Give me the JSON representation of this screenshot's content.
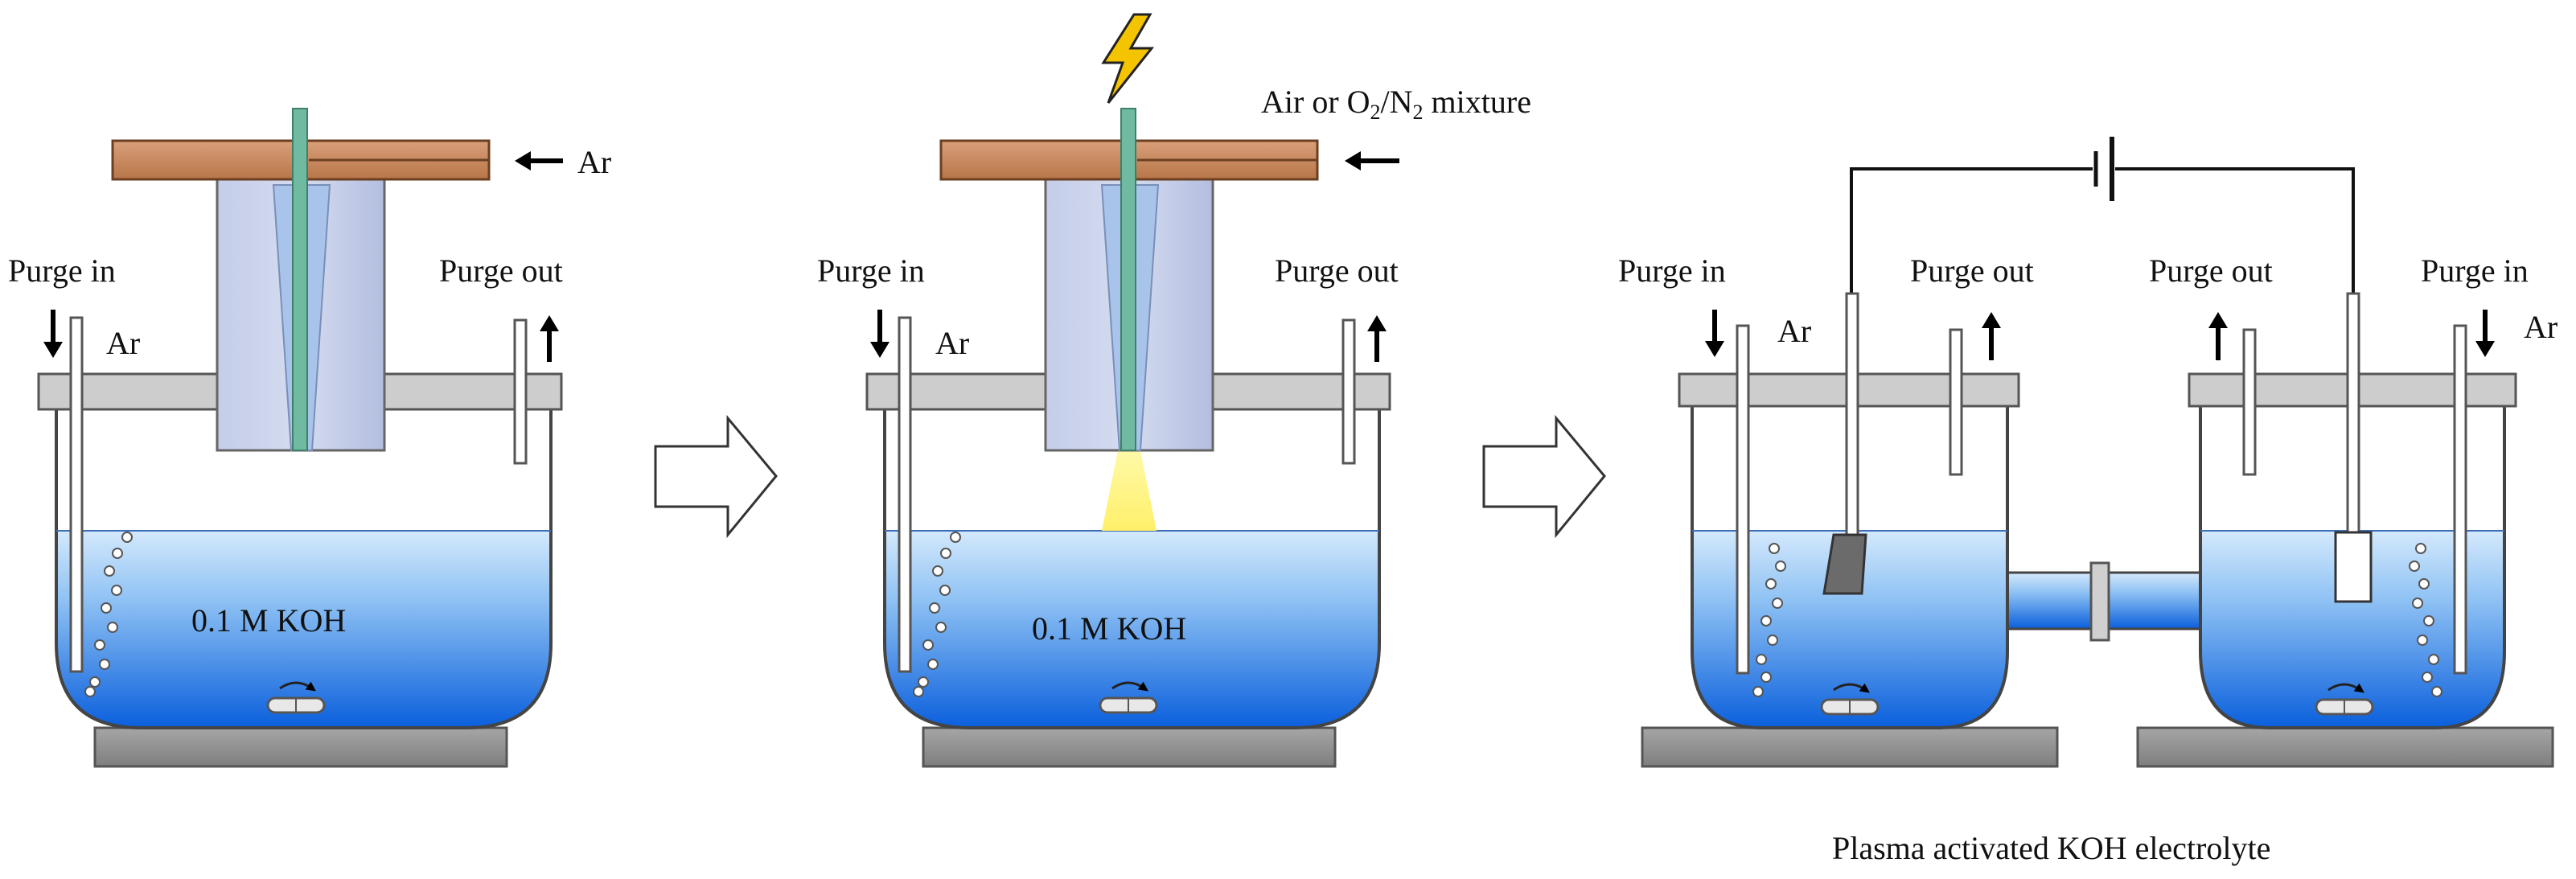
{
  "colors": {
    "liquid_top": "#cfe6fb",
    "liquid_bottom": "#0a64e0",
    "wood": "#c98b5f",
    "wood_dark": "#7a4a2a",
    "glass_block": "#b9c6e6",
    "needle": "#5fb39a",
    "plasma": "#fff37a",
    "plate": "#8c8c8c",
    "lid": "#c9c9c9"
  },
  "icons": {
    "lightning": "lightning-icon",
    "process_arrow": "hollow-right-arrow-icon",
    "battery": "battery-symbol-icon",
    "stir_bar": "magnetic-stir-bar-icon"
  },
  "panel1": {
    "purge_in": "Purge in",
    "purge_out": "Purge out",
    "gas": "Ar",
    "feed_gas": "Ar",
    "solution": "0.1 M KOH"
  },
  "panel2": {
    "purge_in": "Purge in",
    "purge_out": "Purge out",
    "gas": "Ar",
    "feed_gas_pre": "Air or O",
    "feed_gas_sub1": "2",
    "feed_gas_mid": "/N",
    "feed_gas_sub2": "2",
    "feed_gas_post": " mixture",
    "solution": "0.1 M KOH"
  },
  "panel3": {
    "left_cell": {
      "purge_in": "Purge in",
      "purge_out": "Purge out",
      "gas": "Ar"
    },
    "right_cell": {
      "purge_in": "Purge in",
      "purge_out": "Purge out",
      "gas": "Ar"
    },
    "caption": "Plasma activated KOH electrolyte"
  }
}
